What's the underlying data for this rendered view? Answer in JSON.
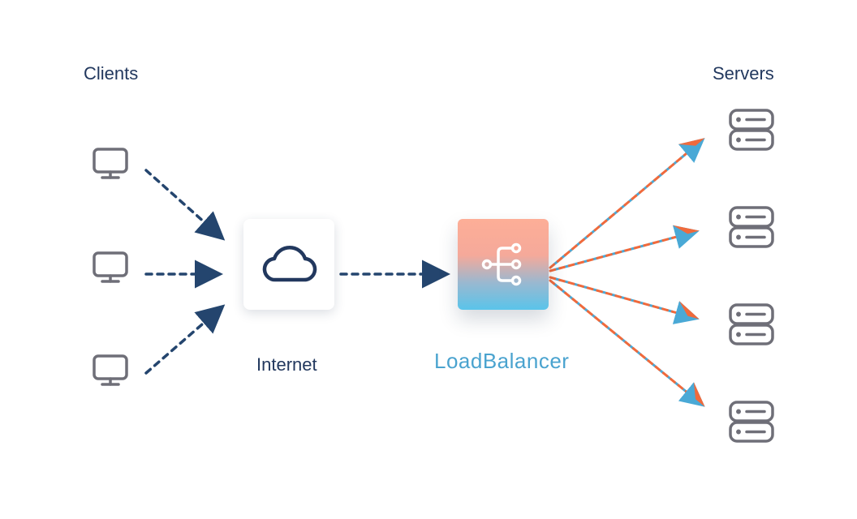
{
  "labels": {
    "clients": "Clients",
    "servers": "Servers",
    "internet": "Internet",
    "load_balancer": "LoadBalancer"
  },
  "nodes": {
    "clients": [
      {
        "icon": "monitor-icon"
      },
      {
        "icon": "monitor-icon"
      },
      {
        "icon": "monitor-icon"
      }
    ],
    "internet": {
      "icon": "cloud-icon"
    },
    "load_balancer": {
      "icon": "branch-split-icon"
    },
    "servers": [
      {
        "icon": "server-icon"
      },
      {
        "icon": "server-icon"
      },
      {
        "icon": "server-icon"
      },
      {
        "icon": "server-icon"
      }
    ]
  },
  "colors": {
    "navy": "#22385e",
    "arrow_navy": "#24456e",
    "icon_gray": "#6f6f78",
    "accent_orange": "#f06a3c",
    "accent_blue": "#4aa9d6",
    "lb_gradient_top": "#fdae97",
    "lb_gradient_bottom": "#5ac4ea",
    "lb_label": "#4aa3cf"
  }
}
